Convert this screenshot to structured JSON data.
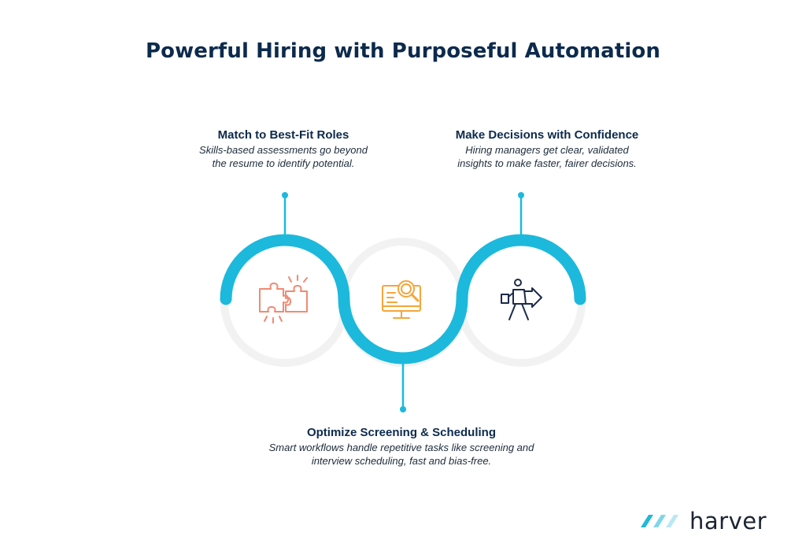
{
  "title": "Powerful Hiring with Purposeful Automation",
  "steps": [
    {
      "heading": "Match to Best-Fit Roles",
      "desc_line1": "Skills-based assessments go beyond",
      "desc_line2": "the resume to identify potential.",
      "icon": "puzzle-icon"
    },
    {
      "heading": "Optimize Screening & Scheduling",
      "desc_line1": "Smart workflows handle repetitive tasks like screening and",
      "desc_line2": "interview scheduling, fast and bias-free.",
      "icon": "monitor-magnifier-icon"
    },
    {
      "heading": "Make Decisions with Confidence",
      "desc_line1": "Hiring managers get clear, validated",
      "desc_line2": "insights to make faster, fairer decisions.",
      "icon": "walking-businessman-arrow-icon"
    }
  ],
  "logo": {
    "text": "harver",
    "icon": "harver-logo-icon"
  },
  "colors": {
    "title": "#0c2a4c",
    "wave": "#1cb9dc",
    "ring": "#f2f2f2",
    "puzzle": "#f08a74",
    "monitor": "#f4a63a",
    "walker": "#1c2b4a",
    "logo_accent": "#21b8d8"
  }
}
